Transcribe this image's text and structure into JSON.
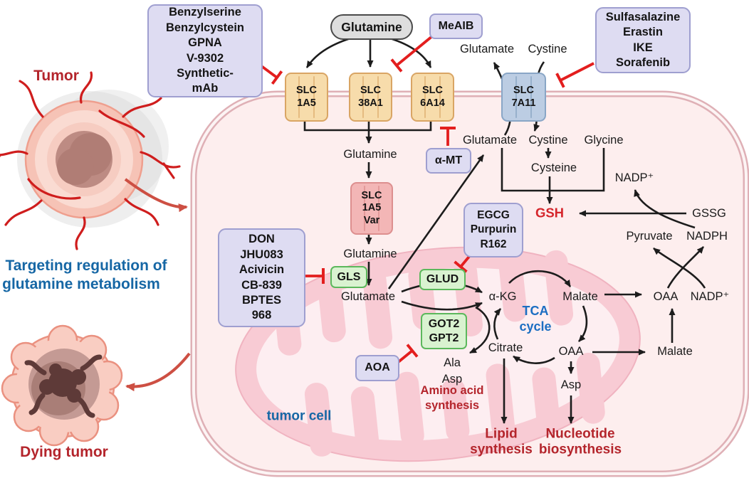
{
  "title": "Targeting regulation of glutamine metabolism",
  "palette": {
    "inhibit_red": "#e31e1e",
    "arrow_black": "#1c1c1c",
    "accent_blue": "#1667a5",
    "tca_blue": "#1b6ec2",
    "dark_red_text": "#b4252c",
    "gsh_red": "#d5252b",
    "inhibitor_box_fill": "#dedcf2",
    "inhibitor_box_border": "#9f9fd0",
    "enzyme_green_fill": "#d9f2d0",
    "enzyme_green_border": "#5cb85c",
    "transporter_orange": "#f7dcab",
    "transporter_blue": "#bccde3",
    "transporter_pink": "#f3b6b6",
    "cell_fill": "#fdeeee",
    "membrane_pink": "#dfb0b6",
    "mitochondria_pink": "#f8cbd4"
  },
  "left_panel": {
    "tumor": "Tumor",
    "caption_line1": "Targeting regulation of",
    "caption_line2": "glutamine metabolism",
    "dying_tumor": "Dying tumor"
  },
  "extracellular": {
    "glutamine_pill": "Glutamine",
    "glutamate": "Glutamate",
    "cystine": "Cystine"
  },
  "inhibitors": {
    "slc1a5_box": {
      "lines": [
        "Benzylserine",
        "Benzylcystein",
        "GPNA",
        "V-9302",
        "Synthetic-",
        "mAb"
      ]
    },
    "meaib": "MeAIB",
    "slc7a11_box": {
      "lines": [
        "Sulfasalazine",
        "Erastin",
        "IKE",
        "Sorafenib"
      ]
    },
    "amt": "α-MT",
    "gls_box": {
      "lines": [
        "DON",
        "JHU083",
        "Acivicin",
        "CB-839",
        "BPTES",
        "968"
      ]
    },
    "glud_box": {
      "lines": [
        "EGCG",
        "Purpurin",
        "R162"
      ]
    },
    "aoa": "AOA"
  },
  "transporters": {
    "slc1a5": [
      "SLC",
      "1A5"
    ],
    "slc38a1": [
      "SLC",
      "38A1"
    ],
    "slc6a14": [
      "SLC",
      "6A14"
    ],
    "slc7a11": [
      "SLC",
      "7A11"
    ],
    "slc1a5var": [
      "SLC",
      "1A5",
      "Var"
    ]
  },
  "enzymes": {
    "gls": "GLS",
    "glud": "GLUD",
    "got2": "GOT2",
    "gpt2": "GPT2"
  },
  "metabolites": {
    "glutamine_cyto": "Glutamine",
    "glutamine_cyto2": "Glutamine",
    "glutamate_mito": "Glutamate",
    "glutamate_cyto": "Glutamate",
    "cystine_cyto": "Cystine",
    "glycine": "Glycine",
    "cysteine": "Cysteine",
    "gsh": "GSH",
    "gssg": "GSSG",
    "nadp_plus_top": "NADP⁺",
    "pyruvate": "Pyruvate",
    "nadph": "NADPH",
    "oaa_cyto": "OAA",
    "nadp_plus_right": "NADP⁺",
    "alpha_kg": "α-KG",
    "malate_mito": "Malate",
    "citrate": "Citrate",
    "oaa_mito": "OAA",
    "malate_cyto": "Malate",
    "asp_mito": "Asp",
    "ala": "Ala",
    "asp": "Asp"
  },
  "pathways": {
    "tca_line1": "TCA",
    "tca_line2": "cycle",
    "tumor_cell": "tumor cell",
    "amino_line1": "Amino acid",
    "amino_line2": "synthesis",
    "lipid_line1": "Lipid",
    "lipid_line2": "synthesis",
    "nucleotide_line1": "Nucleotide",
    "nucleotide_line2": "biosynthesis"
  }
}
